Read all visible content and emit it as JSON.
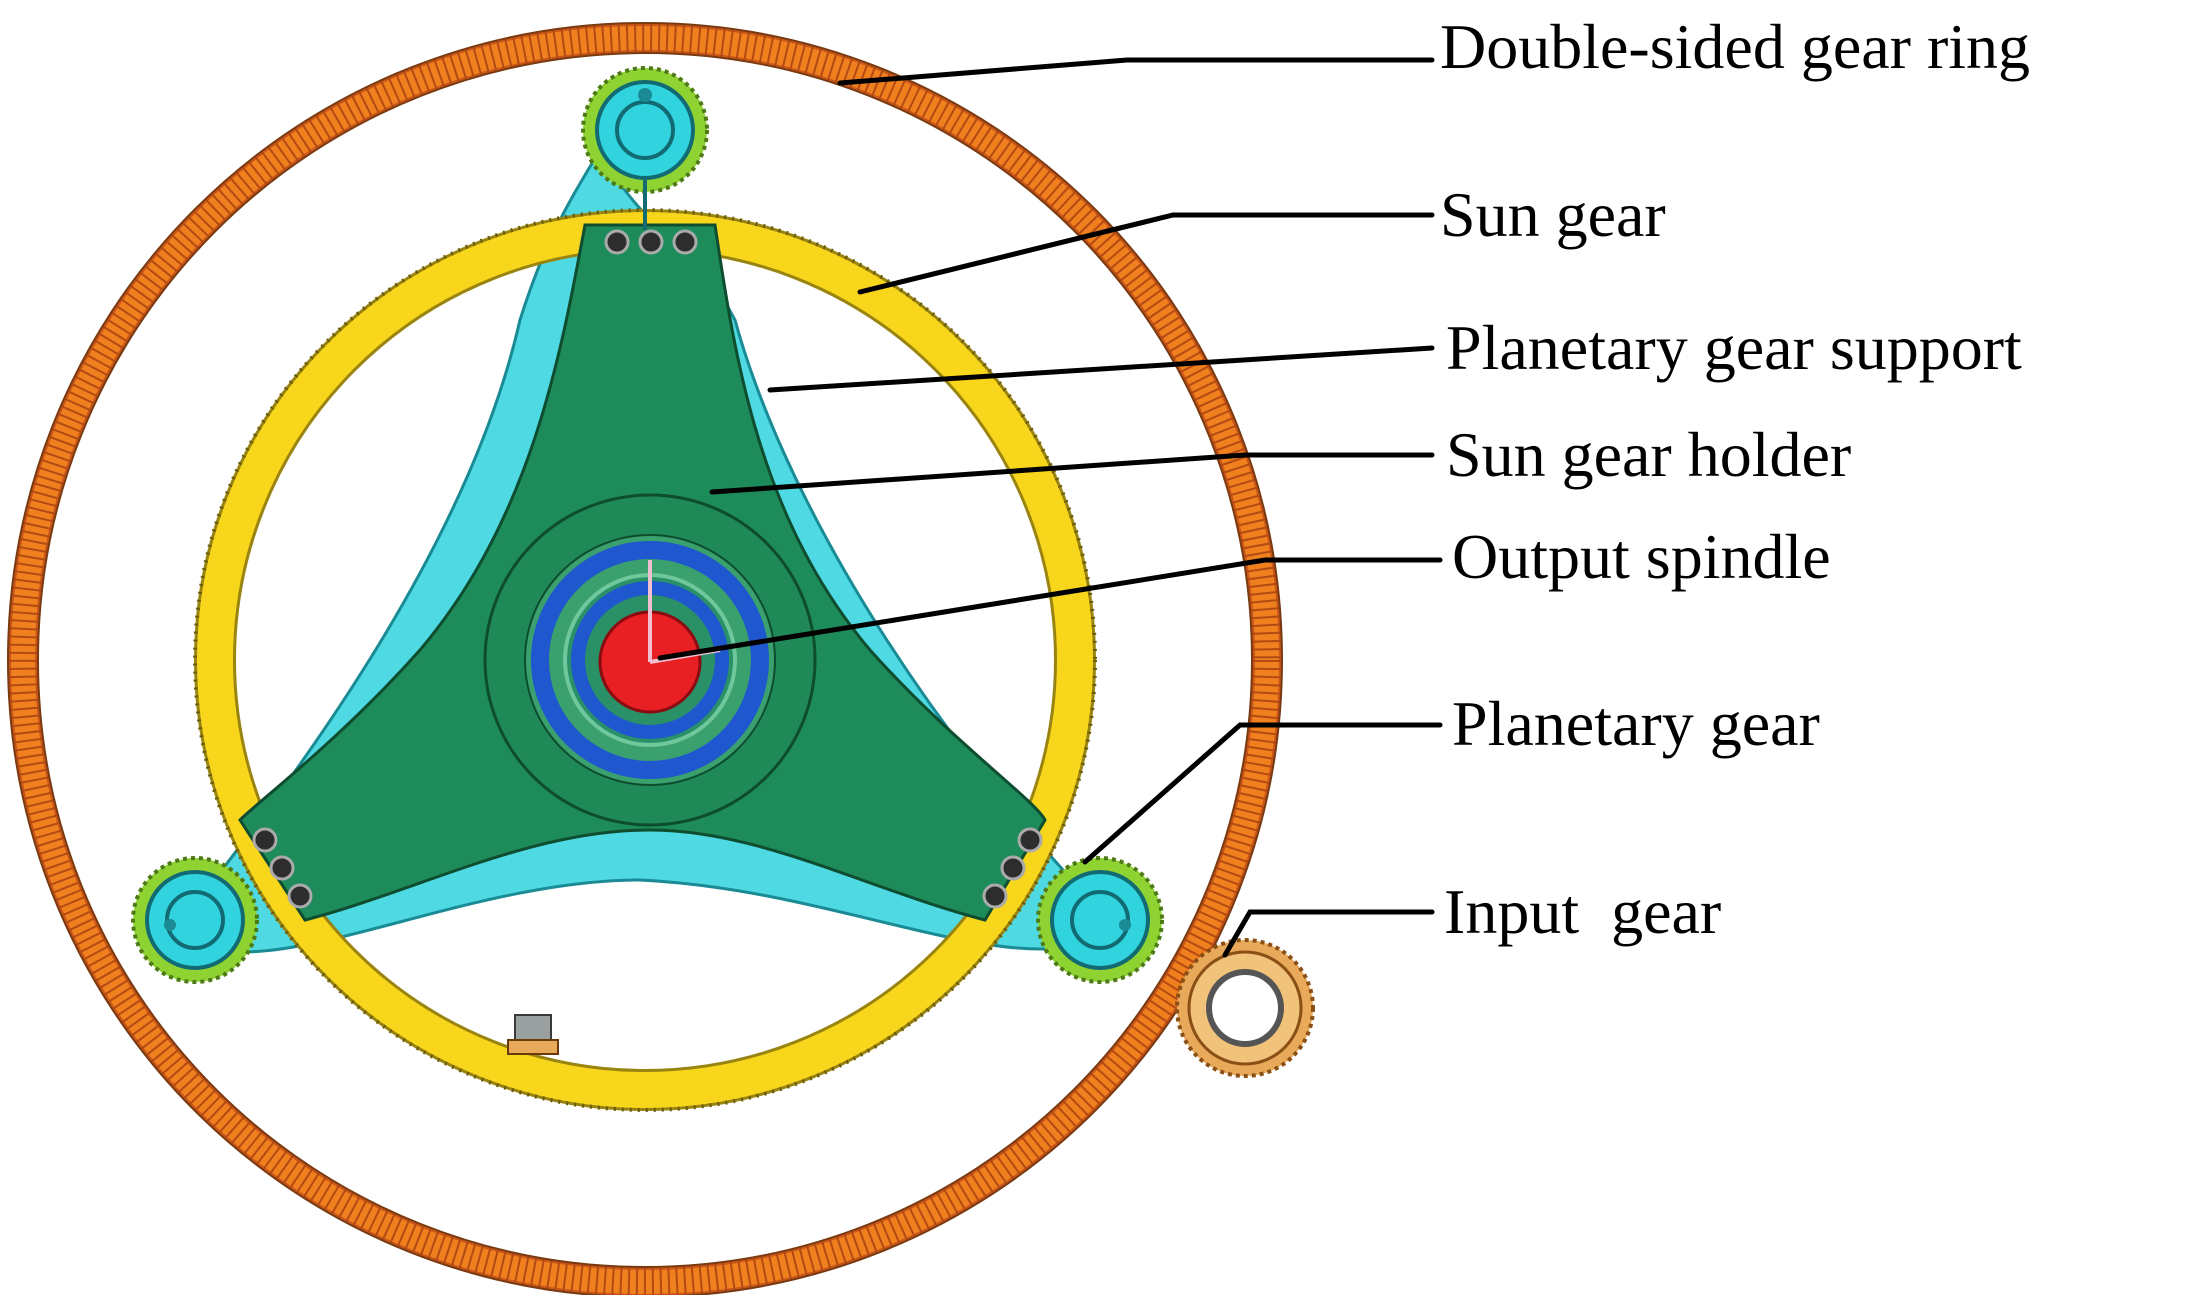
{
  "diagram": {
    "labels": [
      {
        "id": "double-sided-gear-ring",
        "text": "Double-sided gear ring"
      },
      {
        "id": "sun-gear",
        "text": "Sun gear"
      },
      {
        "id": "planetary-gear-support",
        "text": "Planetary gear support"
      },
      {
        "id": "sun-gear-holder",
        "text": "Sun gear holder"
      },
      {
        "id": "output-spindle",
        "text": "Output spindle"
      },
      {
        "id": "planetary-gear",
        "text": "Planetary gear"
      },
      {
        "id": "input-gear",
        "text": "Input  gear"
      }
    ]
  },
  "colors": {
    "gear_ring": "#f07f1e",
    "sun_gear": "#f7d61b",
    "planetary_support": "#30d3de",
    "sun_gear_holder": "#1e8c5a",
    "spindle_core": "#e81f23",
    "spindle_ring": "#1f57cf",
    "planetary_gear_teeth": "#8fd332",
    "input_gear": "#e9a95a"
  }
}
